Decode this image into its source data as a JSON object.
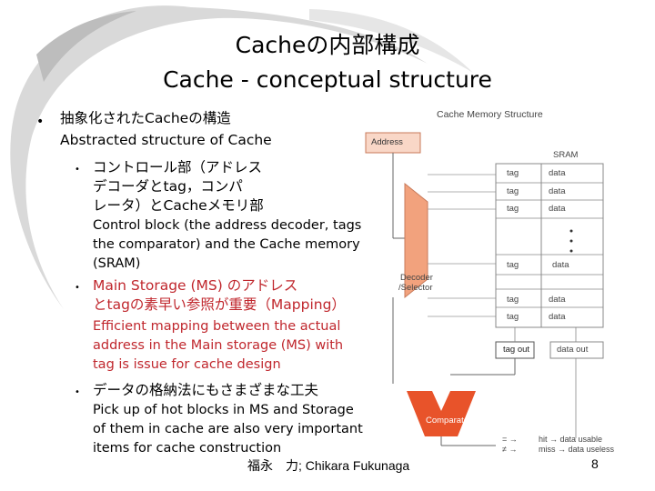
{
  "title": {
    "line1": "Cacheの内部構成",
    "line2": "Cache - conceptual structure"
  },
  "bullets": {
    "b1_jp": "抽象化されたCacheの構造",
    "b1_en": "Abstracted structure of Cache",
    "s1_jp": [
      "コントロール部（アドレス",
      "デコーダとtag，コンパ",
      "レータ）とCacheメモリ部"
    ],
    "s1_en": [
      "Control block (the address decoder, tags",
      "the comparator) and the Cache memory",
      "(SRAM)"
    ],
    "s2_jp": [
      "Main Storage (MS) のアドレス",
      "とtagの素早い参照が重要（Mapping）"
    ],
    "s2_en": [
      "Efficient mapping between the actual",
      "address in the Main storage (MS) with",
      "tag is issue for cache design"
    ],
    "s3_jp": "データの格納法にもさまざまな工夫",
    "s3_en": [
      "Pick up of hot blocks in MS and Storage",
      "of them in cache are also very important",
      "items for cache construction"
    ]
  },
  "diagram": {
    "title": "Cache Memory Structure",
    "address_label": "Address",
    "sram_label": "SRAM",
    "decoder_label": [
      "Decoder",
      "/Selector"
    ],
    "comparator_label": "Comparator",
    "tag_label": "tag",
    "data_label": "data",
    "tag_out_label": "tag out",
    "data_out_label": "data out",
    "legend": [
      "hit → data usable",
      "miss → data useless"
    ],
    "colors": {
      "decoder": "#f2a27d",
      "comparator": "#e8532a",
      "address_box": "#f9d7c7"
    }
  },
  "footer": {
    "author": "福永　力; Chikara Fukunaga",
    "page": "8"
  }
}
